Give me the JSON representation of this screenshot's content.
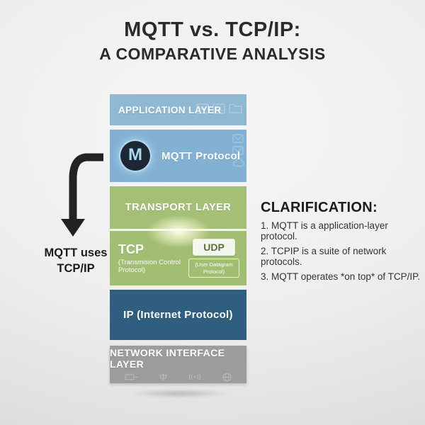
{
  "title": {
    "line1": "MQTT vs. TCP/IP:",
    "line2": "A COMPARATIVE ANALYSIS"
  },
  "diagram": {
    "layers": [
      {
        "id": "application",
        "label": "APPLICATION LAYER",
        "color": "#8fb8d3"
      },
      {
        "id": "mqtt",
        "label": "MQTT Protocol",
        "logo_letter": "M",
        "color": "#83b1d4"
      },
      {
        "id": "transport",
        "label": "TRANSPORT LAYER",
        "color": "#a4c077"
      },
      {
        "id": "tcp",
        "label": "TCP",
        "sublabel": "(Transmision Control Protocol)",
        "udp_label": "UDP",
        "udp_sublabel": "(User Datagram Protocol)",
        "color": "#a1be73"
      },
      {
        "id": "ip",
        "label": "IP (Internet Protocol)",
        "color": "#2f5e80"
      },
      {
        "id": "network",
        "label": "NETWORK INTERFACE LAYER",
        "color": "#9c9c9c"
      }
    ],
    "arrow_annotation": {
      "line1": "MQTT uses",
      "line2": "TCP/IP"
    },
    "icons": {
      "application_row": [
        "envelope-icon",
        "image-icon",
        "folder-icon"
      ],
      "mqtt_side_column": [
        "mail-icon",
        "mail-icon",
        "cloud-icon"
      ],
      "network_row": [
        "ethernet-icon",
        "usb-icon",
        "wifi-icon",
        "globe-icon"
      ],
      "logo": "mqtt-logo"
    }
  },
  "clarification": {
    "heading": "CLARIFICATION:",
    "items": [
      "1. MQTT is a application-layer protocol.",
      "2. TCPIP is a suite of network protocols.",
      "3. MQTT operates *on top* of TCP/IP."
    ]
  }
}
